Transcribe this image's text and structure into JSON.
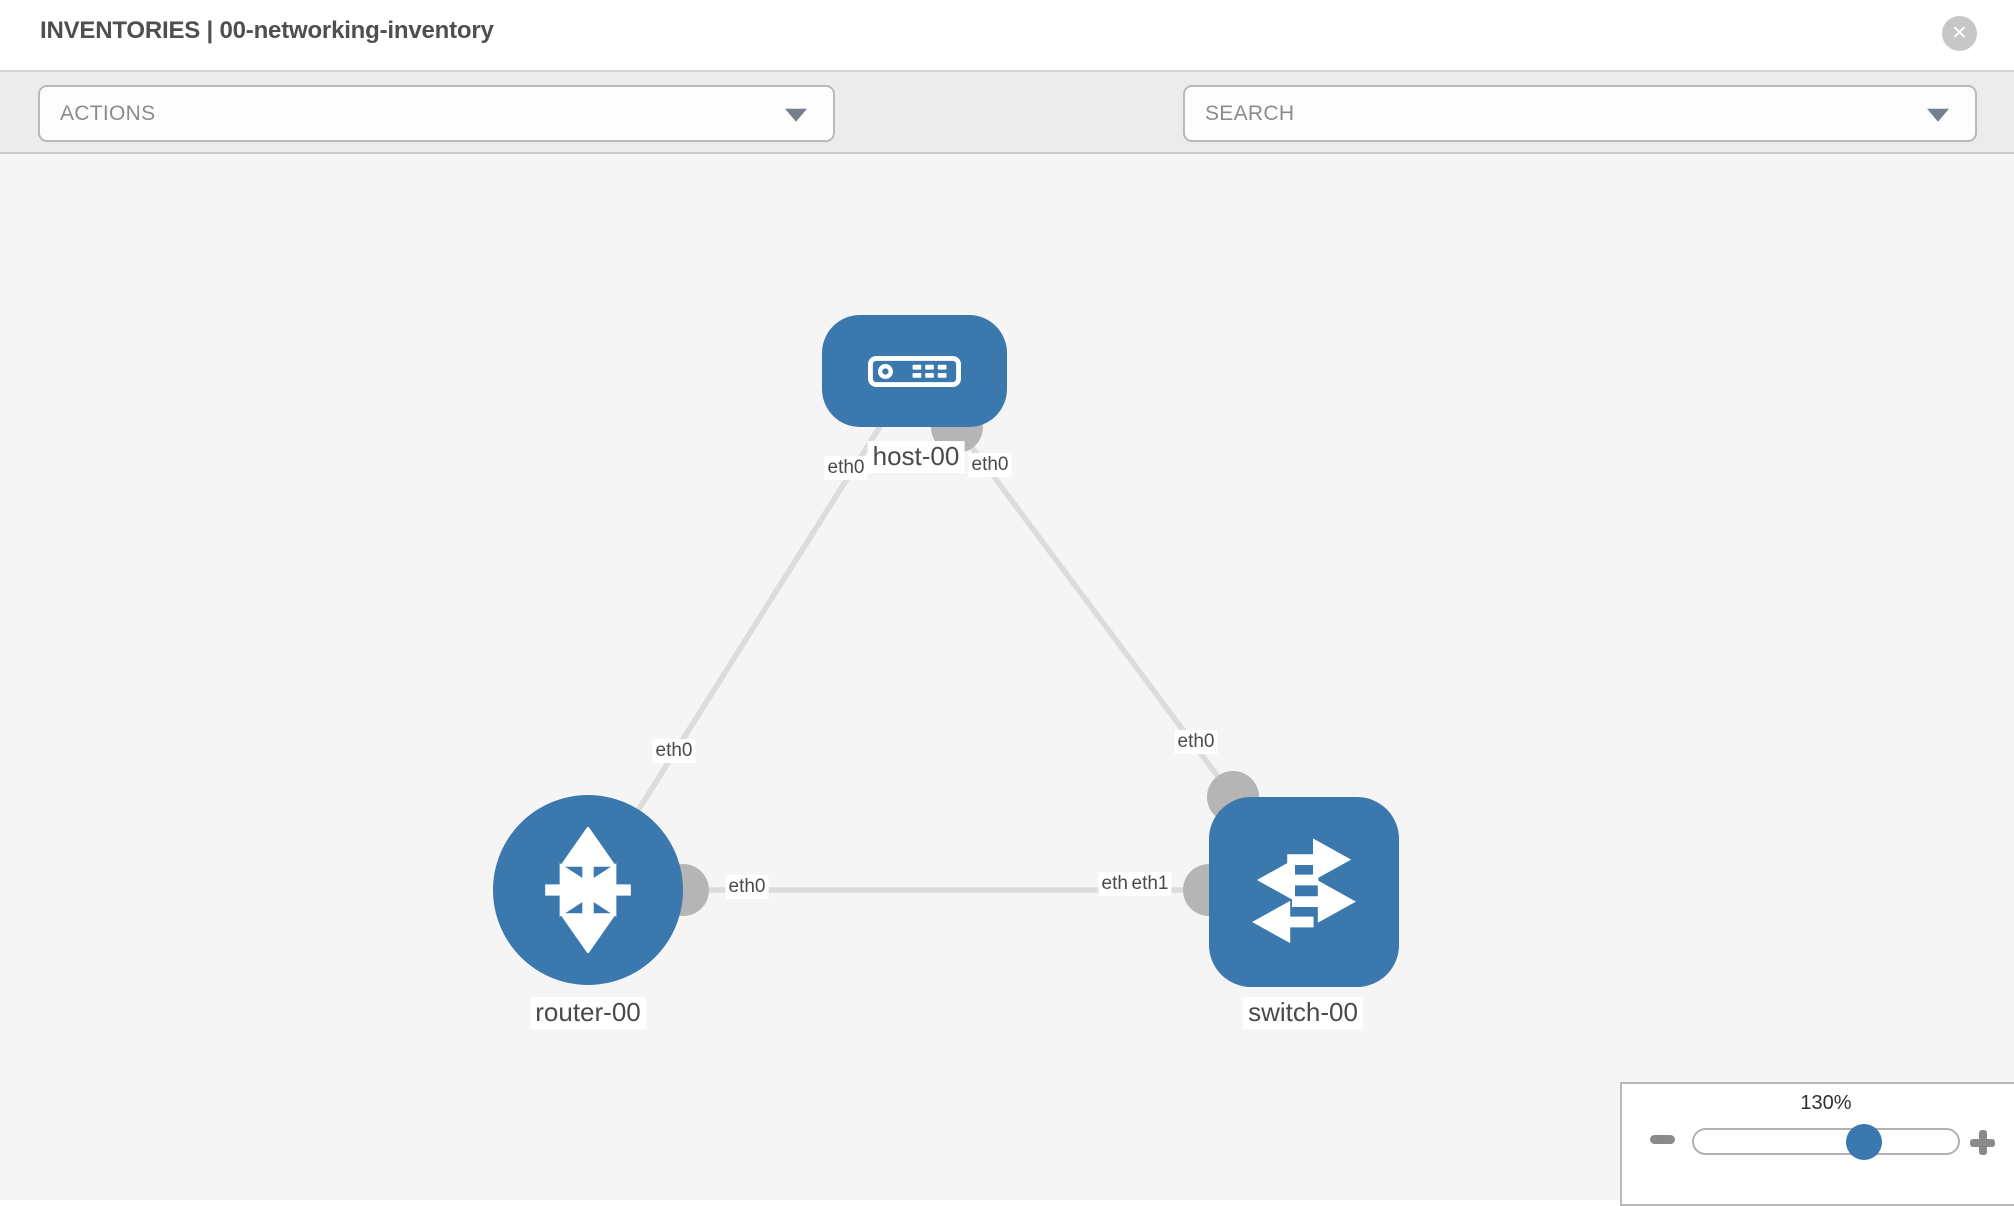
{
  "header": {
    "title": "INVENTORIES | 00-networking-inventory",
    "close_icon_glyph": "✕"
  },
  "toolbar": {
    "actions_label": "ACTIONS",
    "search_placeholder": "SEARCH",
    "icon_buttons": [
      "wrench-icon",
      "key-icon"
    ]
  },
  "topology": {
    "nodes": [
      {
        "name": "host-00",
        "type": "host",
        "icon": "server-icon"
      },
      {
        "name": "router-00",
        "type": "router",
        "icon": "router-arrows-icon"
      },
      {
        "name": "switch-00",
        "type": "switch",
        "icon": "switch-arrows-icon"
      }
    ],
    "links": [
      {
        "source": "host-00",
        "source_interface": "eth0",
        "target": "router-00",
        "target_interface": "eth0"
      },
      {
        "source": "host-00",
        "source_interface": "eth0",
        "target": "switch-00",
        "target_interface": "eth0"
      },
      {
        "source": "router-00",
        "source_interface": "eth0",
        "target": "switch-00",
        "target_interface": "eth1"
      }
    ],
    "overlapping_labels_at_switch": [
      "eth0",
      "eth1"
    ]
  },
  "zoom_control": {
    "level": "130%"
  },
  "colors": {
    "node_blue": "#3b78ad",
    "edge_gray": "#dcdcdc",
    "connector_gray": "#b5b5b5",
    "canvas_bg": "#f5f5f5",
    "toolbar_bg": "#ececec"
  }
}
